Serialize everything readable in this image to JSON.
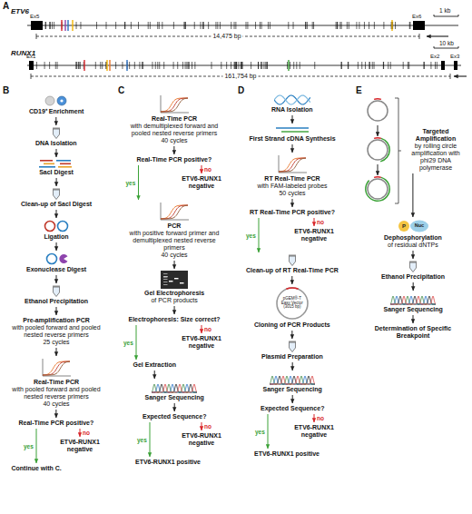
{
  "diagram": {
    "nodes": [
      {
        "text": [
          "CD19⁺ Enrichment"
        ]
      },
      {
        "text": [
          "DNA Isolation"
        ]
      },
      {
        "text": [
          "SacI Digest"
        ]
      },
      {
        "text": [
          "Clean-up of SacI Digest"
        ]
      },
      {
        "text": [
          "Ligation"
        ]
      },
      {
        "text": [
          "Exonuclease Digest"
        ]
      },
      {
        "text": [
          "Ethanol Precipitation"
        ]
      },
      {
        "text": [
          "Pre-amplification PCR",
          "with pooled forward and pooled nested reverse primers",
          "25 cycles"
        ]
      },
      {
        "text": [
          "Real-Time PCR",
          "with pooled forward and pooled nested reverse primers",
          "40 cycles"
        ]
      },
      {
        "text": [
          "Real-Time PCR positive?"
        ]
      },
      {
        "text": [
          "ETV6-RUNX1 negative"
        ]
      },
      {
        "text": [
          "Continue with C."
        ]
      },
      {
        "text": [
          "Real-Time PCR",
          "with demultiplexed forward and pooled nested reverse primers",
          "40 cycles"
        ]
      },
      {
        "text": [
          "Real-Time PCR positive?"
        ]
      },
      {
        "text": [
          "ETV6-RUNX1 negative"
        ]
      },
      {
        "text": [
          "PCR",
          "with positive forward primer and demultiplexed nested reverse primers",
          "40 cycles"
        ]
      },
      {
        "text": [
          "Gel Electrophoresis",
          "of PCR products"
        ]
      },
      {
        "text": [
          "Electrophoresis: Size correct?"
        ]
      },
      {
        "text": [
          "ETV6-RUNX1 negative"
        ]
      },
      {
        "text": [
          "Gel Extraction"
        ]
      },
      {
        "text": [
          "Sanger Sequencing"
        ]
      },
      {
        "text": [
          "Expected Sequence?"
        ]
      },
      {
        "text": [
          "ETV6-RUNX1 negative"
        ]
      },
      {
        "text": [
          "ETV6-RUNX1 positive"
        ]
      },
      {
        "text": [
          "RNA Isolation"
        ]
      },
      {
        "text": [
          "First Strand cDNA Synthesis"
        ]
      },
      {
        "text": [
          "RT Real-Time PCR",
          "with FAM-labeled probes",
          "50 cycles"
        ]
      },
      {
        "text": [
          "RT Real-Time PCR positive?"
        ]
      },
      {
        "text": [
          "ETV6-RUNX1 negative"
        ]
      },
      {
        "text": [
          "Clean-up of RT Real-Time PCR"
        ]
      },
      {
        "text": [
          "Cloning of PCR Products"
        ]
      },
      {
        "text": [
          "Plasmid Preparation"
        ]
      },
      {
        "text": [
          "Sanger Sequencing"
        ]
      },
      {
        "text": [
          "Expected Sequence?"
        ]
      },
      {
        "text": [
          "ETV6-RUNX1 negative"
        ]
      },
      {
        "text": [
          "ETV6-RUNX1 positive"
        ]
      },
      {
        "text": [
          "Targeted Amplification",
          "by rolling circle amplification with phi29 DNA polymerase"
        ]
      },
      {
        "text": [
          "Dephosphorylation",
          "of residual dNTPs"
        ]
      },
      {
        "text": [
          "Ethanol Precipitation"
        ]
      },
      {
        "text": [
          "Sanger Sequencing"
        ]
      },
      {
        "text": [
          "Determination of Specific Breakpoint"
        ]
      }
    ],
    "edges": [
      {
        "from": 0,
        "to": 1,
        "arrow": "to"
      },
      {
        "from": 1,
        "to": 2,
        "arrow": "to"
      },
      {
        "from": 2,
        "to": 3,
        "arrow": "to"
      },
      {
        "from": 3,
        "to": 4,
        "arrow": "to"
      },
      {
        "from": 4,
        "to": 5,
        "arrow": "to"
      },
      {
        "from": 5,
        "to": 6,
        "arrow": "to"
      },
      {
        "from": 6,
        "to": 7,
        "arrow": "to"
      },
      {
        "from": 7,
        "to": 8,
        "arrow": "to"
      },
      {
        "from": 8,
        "to": 9,
        "arrow": "to"
      },
      {
        "from": 9,
        "to": 10,
        "label": "no",
        "arrow": "to"
      },
      {
        "from": 9,
        "to": 11,
        "label": "yes",
        "arrow": "to"
      },
      {
        "from": 12,
        "to": 13,
        "arrow": "to"
      },
      {
        "from": 13,
        "to": 14,
        "label": "no",
        "arrow": "to"
      },
      {
        "from": 13,
        "to": 15,
        "label": "yes",
        "arrow": "to"
      },
      {
        "from": 15,
        "to": 16,
        "arrow": "to"
      },
      {
        "from": 16,
        "to": 17,
        "arrow": "to"
      },
      {
        "from": 17,
        "to": 18,
        "label": "no",
        "arrow": "to"
      },
      {
        "from": 17,
        "to": 19,
        "label": "yes",
        "arrow": "to"
      },
      {
        "from": 19,
        "to": 20,
        "arrow": "to"
      },
      {
        "from": 20,
        "to": 21,
        "arrow": "to"
      },
      {
        "from": 21,
        "to": 22,
        "label": "no",
        "arrow": "to"
      },
      {
        "from": 21,
        "to": 23,
        "label": "yes",
        "arrow": "to"
      },
      {
        "from": 24,
        "to": 25,
        "arrow": "to"
      },
      {
        "from": 25,
        "to": 26,
        "arrow": "to"
      },
      {
        "from": 26,
        "to": 27,
        "arrow": "to"
      },
      {
        "from": 27,
        "to": 28,
        "label": "no",
        "arrow": "to"
      },
      {
        "from": 27,
        "to": 29,
        "label": "yes",
        "arrow": "to"
      },
      {
        "from": 29,
        "to": 30,
        "arrow": "to"
      },
      {
        "from": 30,
        "to": 31,
        "arrow": "to"
      },
      {
        "from": 31,
        "to": 32,
        "arrow": "to"
      },
      {
        "from": 32,
        "to": 33,
        "arrow": "to"
      },
      {
        "from": 33,
        "to": 34,
        "label": "no",
        "arrow": "to"
      },
      {
        "from": 33,
        "to": 35,
        "label": "yes",
        "arrow": "to"
      },
      {
        "from": 36,
        "to": 37,
        "arrow": "to"
      },
      {
        "from": 37,
        "to": 38,
        "arrow": "to"
      },
      {
        "from": 38,
        "to": 39,
        "arrow": "to"
      },
      {
        "from": 39,
        "to": 40,
        "arrow": "to"
      }
    ],
    "labels": [
      "A",
      "ETV6",
      "Ex5",
      "Ex6",
      "1 kb",
      "14,475 bp",
      "RUNX1",
      "Ex1",
      "Ex2",
      "Ex3",
      "10 kb",
      "161,754 bp",
      "B",
      "C",
      "D",
      "E",
      "pGEM®-T Easy Vector (3015 bp)",
      "P",
      "Nuc"
    ]
  }
}
